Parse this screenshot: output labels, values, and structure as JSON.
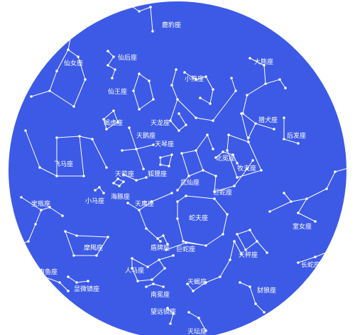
{
  "map": {
    "sky_color": "#3d5ae6",
    "line_color": "#ffffff",
    "label_color": "#ffffff",
    "constellations": [
      {
        "id": "camelopardalis",
        "name": "鹿豹座"
      },
      {
        "id": "cassiopeia",
        "name": "仙后座"
      },
      {
        "id": "andromeda",
        "name": "仙女座"
      },
      {
        "id": "ursa-major",
        "name": "大熊座"
      },
      {
        "id": "ursa-minor",
        "name": "小熊座"
      },
      {
        "id": "cepheus",
        "name": "仙王座"
      },
      {
        "id": "lacerta",
        "name": "蝎虎座"
      },
      {
        "id": "draco",
        "name": "天龙座"
      },
      {
        "id": "canes-venatici",
        "name": "猎犬座"
      },
      {
        "id": "coma-berenices",
        "name": "后发座"
      },
      {
        "id": "cygnus",
        "name": "天鹅座"
      },
      {
        "id": "lyra",
        "name": "天琴座"
      },
      {
        "id": "pegasus",
        "name": "飞马座"
      },
      {
        "id": "corona-borealis",
        "name": "北冕座"
      },
      {
        "id": "bootes",
        "name": "牧夫座"
      },
      {
        "id": "sagitta",
        "name": "天箭座"
      },
      {
        "id": "vulpecula",
        "name": "狐狸座"
      },
      {
        "id": "hercules",
        "name": "武仙座"
      },
      {
        "id": "serpens-caput",
        "name": "巨蛇座"
      },
      {
        "id": "aquarius",
        "name": "宝瓶座"
      },
      {
        "id": "equuleus",
        "name": "小马座"
      },
      {
        "id": "delphinus",
        "name": "海豚座"
      },
      {
        "id": "aquila",
        "name": "天鹰座"
      },
      {
        "id": "ophiuchus",
        "name": "蛇夫座"
      },
      {
        "id": "virgo",
        "name": "室女座"
      },
      {
        "id": "capricornus",
        "name": "摩羯座"
      },
      {
        "id": "scutum",
        "name": "盾牌座"
      },
      {
        "id": "serpens-cauda",
        "name": "巨蛇座"
      },
      {
        "id": "libra",
        "name": "天秤座"
      },
      {
        "id": "hydra",
        "name": "长蛇座"
      },
      {
        "id": "piscis-austrinus",
        "name": "南鱼座"
      },
      {
        "id": "sagittarius",
        "name": "人马座"
      },
      {
        "id": "scorpius",
        "name": "天蝎座"
      },
      {
        "id": "lupus",
        "name": "豺狼座"
      },
      {
        "id": "microscopium",
        "name": "显微镜座"
      },
      {
        "id": "corona-australis",
        "name": "南冕座"
      },
      {
        "id": "telescopium",
        "name": "望远镜座"
      },
      {
        "id": "ara",
        "name": "天坛座"
      }
    ]
  }
}
